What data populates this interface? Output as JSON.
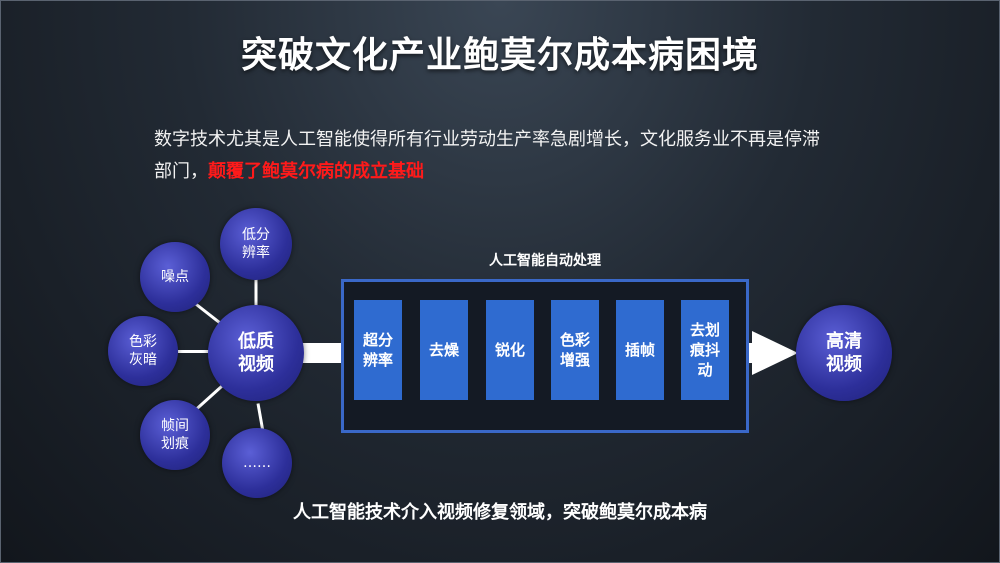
{
  "slide": {
    "title": "突破文化产业鲍莫尔成本病困境",
    "intro_line1": "数字技术尤其是人工智能使得所有行业劳动生产率急剧增长，文化服务业不再是停滞",
    "intro_line2_prefix": "部门，",
    "intro_highlight": "颠覆了鲍莫尔病的成立基础",
    "bottom_caption": "人工智能技术介入视频修复领域，突破鲍莫尔成本病",
    "colors": {
      "highlight": "#ff1a1a",
      "step_blue": "#2f6bd0",
      "box_border": "#3a68c8",
      "circle_purple": "#3d3fb8"
    }
  },
  "diagram": {
    "source": {
      "line1": "低质",
      "line2": "视频"
    },
    "issues": [
      {
        "line1": "噪点",
        "line2": ""
      },
      {
        "line1": "低分",
        "line2": "辨率"
      },
      {
        "line1": "色彩",
        "line2": "灰暗"
      },
      {
        "line1": "帧间",
        "line2": "划痕"
      },
      {
        "line1": "……",
        "line2": ""
      }
    ],
    "process_label": "人工智能自动处理",
    "steps": [
      {
        "line1": "超分",
        "line2": "辨率",
        "line3": ""
      },
      {
        "line1": "去燥",
        "line2": "",
        "line3": ""
      },
      {
        "line1": "锐化",
        "line2": "",
        "line3": ""
      },
      {
        "line1": "色彩",
        "line2": "增强",
        "line3": ""
      },
      {
        "line1": "插帧",
        "line2": "",
        "line3": ""
      },
      {
        "line1": "去划",
        "line2": "痕抖",
        "line3": "动"
      }
    ],
    "result": {
      "line1": "高清",
      "line2": "视频"
    }
  }
}
